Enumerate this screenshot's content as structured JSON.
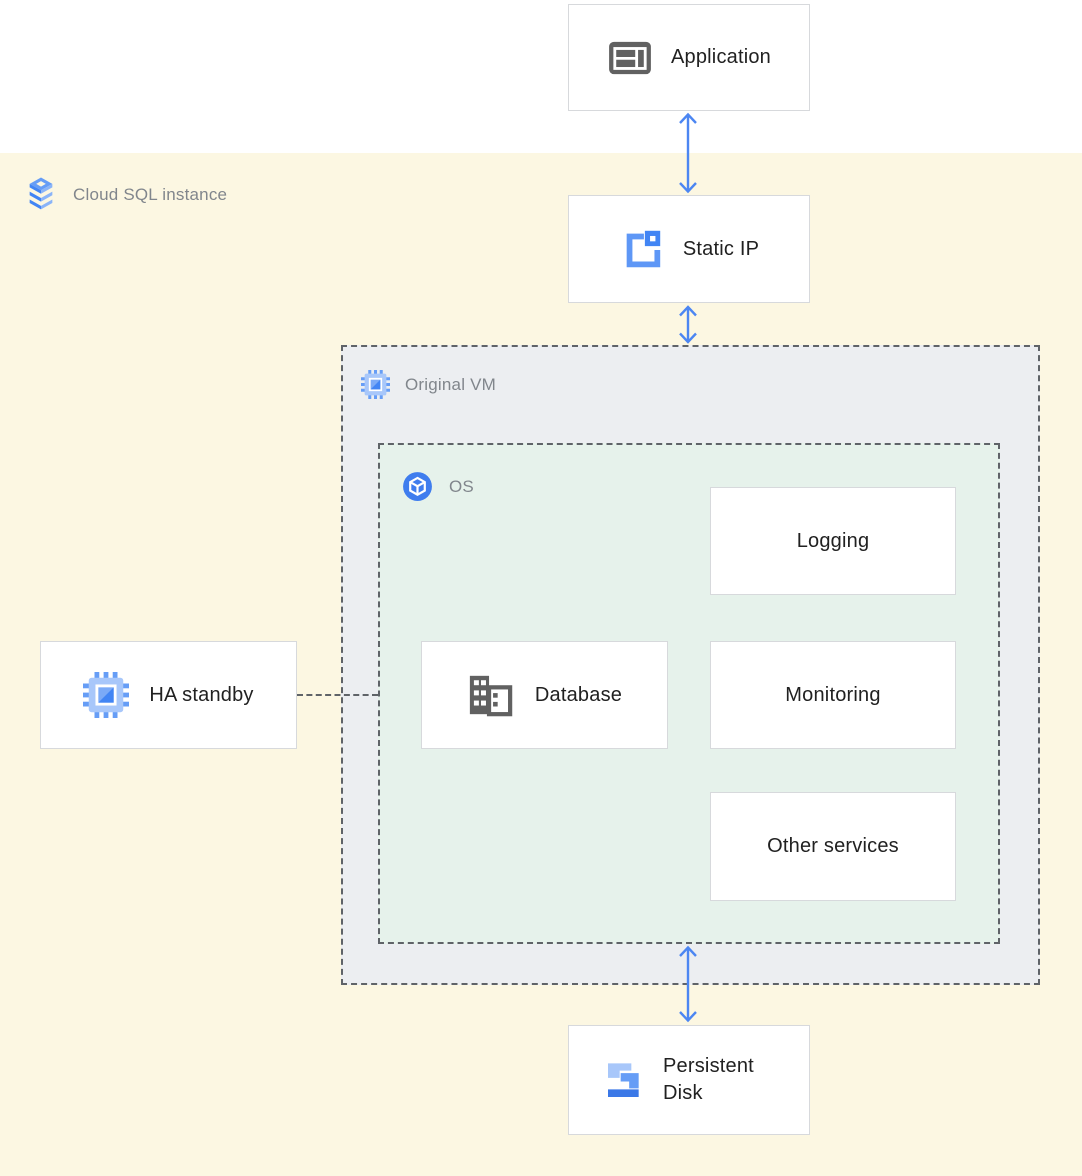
{
  "diagram": {
    "zone_label": "Cloud SQL instance",
    "containers": {
      "original_vm": "Original VM",
      "os": "OS"
    },
    "nodes": {
      "application": "Application",
      "static_ip": "Static IP",
      "logging": "Logging",
      "database": "Database",
      "monitoring": "Monitoring",
      "other_services": "Other services",
      "ha_standby": "HA standby",
      "persistent_disk": "Persistent Disk"
    },
    "icons": {
      "application": "application-window-icon",
      "static_ip": "static-ip-icon",
      "database": "database-building-icon",
      "ha_standby": "compute-engine-icon",
      "persistent_disk": "persistent-disk-icon",
      "original_vm": "compute-engine-icon",
      "os": "os-cube-icon",
      "zone": "cloud-sql-icon"
    },
    "colors": {
      "zone_bg": "#FCF7E2",
      "vm_bg": "#ECEEF1",
      "os_bg": "#E6F2EB",
      "arrow_blue": "#4C86F2",
      "dashed_border": "#5F6368",
      "box_border": "#D7D9DC",
      "label_gray": "#81868C",
      "text_dark": "#212121",
      "icon_gray": "#616161",
      "icon_blue": "#4285F4",
      "icon_light_blue": "#A8C7FA"
    }
  }
}
